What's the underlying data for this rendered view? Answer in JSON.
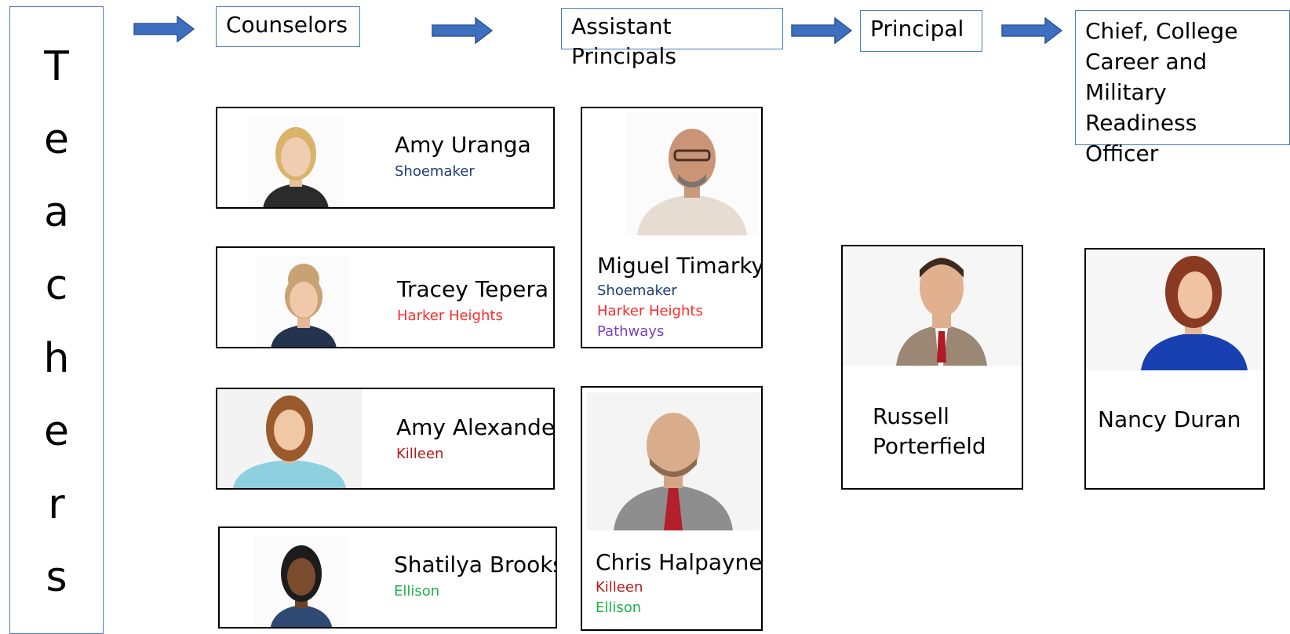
{
  "teachers_label": [
    "T",
    "e",
    "a",
    "c",
    "h",
    "e",
    "r",
    "s"
  ],
  "headers": {
    "counselors": "Counselors",
    "assistant_principals": "Assistant Principals",
    "principal": "Principal",
    "chief": [
      "Chief, College",
      "Career and",
      "Military Readiness",
      "Officer"
    ]
  },
  "counselors": [
    {
      "name": "Amy Uranga",
      "schools": [
        {
          "text": "Shoemaker",
          "color": "#1f3d7a"
        }
      ]
    },
    {
      "name": "Tracey Tepera",
      "schools": [
        {
          "text": "Harker Heights",
          "color": "#ff2a2a"
        }
      ]
    },
    {
      "name": "Amy Alexander",
      "schools": [
        {
          "text": "Killeen",
          "color": "#b01c1c"
        }
      ]
    },
    {
      "name": "Shatilya Brooks",
      "schools": [
        {
          "text": "Ellison",
          "color": "#1fb04a"
        }
      ]
    }
  ],
  "assistant_principals": [
    {
      "name": "Miguel Timarky",
      "schools": [
        {
          "text": "Shoemaker",
          "color": "#1f3d7a"
        },
        {
          "text": "Harker Heights",
          "color": "#ff2a2a"
        },
        {
          "text": "Pathways",
          "color": "#7a3fbf"
        }
      ]
    },
    {
      "name": "Chris Halpayne",
      "schools": [
        {
          "text": "Killeen",
          "color": "#b01c1c"
        },
        {
          "text": "Ellison",
          "color": "#1fb04a"
        }
      ]
    }
  ],
  "principal": {
    "name_lines": [
      "Russell",
      "Porterfield"
    ]
  },
  "chief": {
    "name": "Nancy Duran"
  },
  "colors": {
    "box_border": "#4a7bc0",
    "arrow_fill": "#3d6fc0",
    "arrow_stroke": "#2e5596"
  }
}
